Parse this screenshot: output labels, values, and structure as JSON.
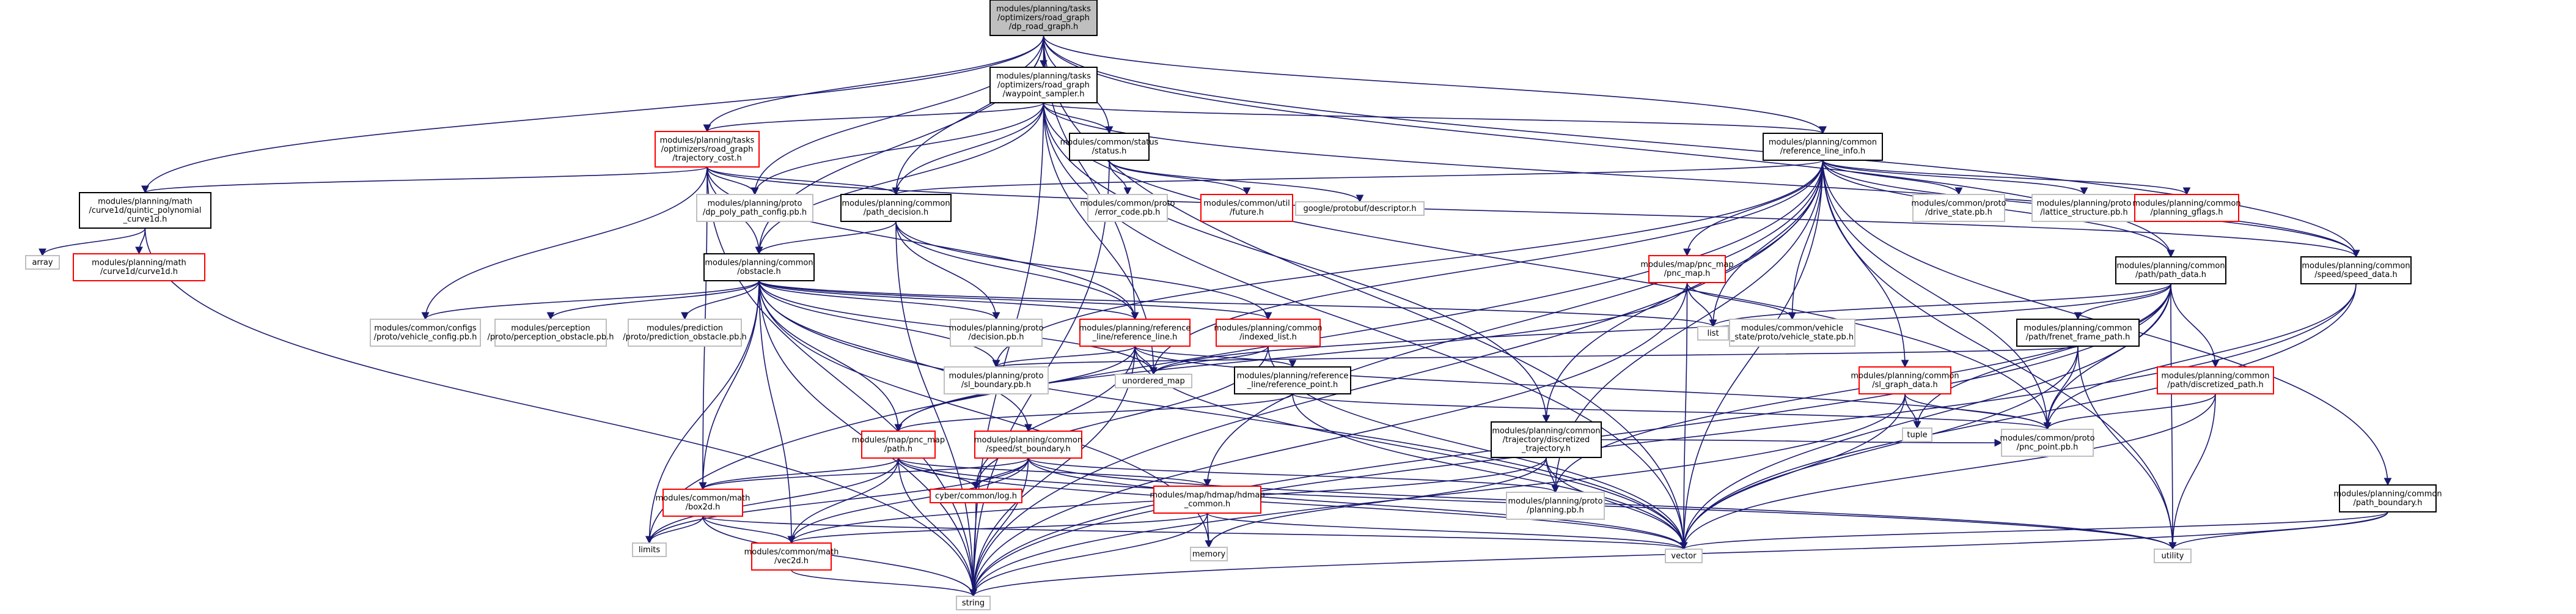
{
  "colors": {
    "edge": "#191970",
    "root_fill": "#bfbfbf",
    "root_border": "#000000",
    "doc_border": "#000000",
    "truncated_border": "#ff0000",
    "external_border": "#bfbfbf",
    "text": "#000000"
  },
  "nodes": [
    {
      "id": "n0",
      "kind": "root",
      "lines": [
        "modules/planning/tasks",
        "/optimizers/road_graph",
        "/dp_road_graph.h"
      ]
    },
    {
      "id": "n1",
      "kind": "doc",
      "lines": [
        "modules/planning/tasks",
        "/optimizers/road_graph",
        "/waypoint_sampler.h"
      ]
    },
    {
      "id": "n2",
      "kind": "truncated",
      "lines": [
        "modules/planning/tasks",
        "/optimizers/road_graph",
        "/trajectory_cost.h"
      ]
    },
    {
      "id": "n3",
      "kind": "doc",
      "lines": [
        "modules/common/status",
        "/status.h"
      ]
    },
    {
      "id": "n4",
      "kind": "doc",
      "lines": [
        "modules/planning/common",
        "/reference_line_info.h"
      ]
    },
    {
      "id": "n5",
      "kind": "doc",
      "lines": [
        "modules/planning/math",
        "/curve1d/quintic_polynomial",
        "_curve1d.h"
      ]
    },
    {
      "id": "n6",
      "kind": "external",
      "lines": [
        "modules/planning/proto",
        "/dp_poly_path_config.pb.h"
      ]
    },
    {
      "id": "n7",
      "kind": "doc",
      "lines": [
        "modules/planning/common",
        "/path_decision.h"
      ]
    },
    {
      "id": "n8",
      "kind": "external",
      "lines": [
        "modules/common/proto",
        "/error_code.pb.h"
      ]
    },
    {
      "id": "n9",
      "kind": "truncated",
      "lines": [
        "modules/common/util",
        "/future.h"
      ]
    },
    {
      "id": "n10",
      "kind": "external",
      "lines": [
        "google/protobuf/descriptor.h"
      ]
    },
    {
      "id": "n11",
      "kind": "external",
      "lines": [
        "modules/common/proto",
        "/drive_state.pb.h"
      ]
    },
    {
      "id": "n12",
      "kind": "external",
      "lines": [
        "modules/planning/proto",
        "/lattice_structure.pb.h"
      ]
    },
    {
      "id": "n13",
      "kind": "truncated",
      "lines": [
        "modules/planning/common",
        "/planning_gflags.h"
      ]
    },
    {
      "id": "n14",
      "kind": "external",
      "lines": [
        "array"
      ]
    },
    {
      "id": "n15",
      "kind": "truncated",
      "lines": [
        "modules/planning/math",
        "/curve1d/curve1d.h"
      ]
    },
    {
      "id": "n16",
      "kind": "doc",
      "lines": [
        "modules/planning/common",
        "/obstacle.h"
      ]
    },
    {
      "id": "n17",
      "kind": "truncated",
      "lines": [
        "modules/map/pnc_map",
        "/pnc_map.h"
      ]
    },
    {
      "id": "n18",
      "kind": "doc",
      "lines": [
        "modules/planning/common",
        "/path/path_data.h"
      ]
    },
    {
      "id": "n19",
      "kind": "doc",
      "lines": [
        "modules/planning/common",
        "/speed/speed_data.h"
      ]
    },
    {
      "id": "n20",
      "kind": "external",
      "lines": [
        "modules/common/configs",
        "/proto/vehicle_config.pb.h"
      ]
    },
    {
      "id": "n21",
      "kind": "external",
      "lines": [
        "modules/perception",
        "/proto/perception_obstacle.pb.h"
      ]
    },
    {
      "id": "n22",
      "kind": "external",
      "lines": [
        "modules/prediction",
        "/proto/prediction_obstacle.pb.h"
      ]
    },
    {
      "id": "n23",
      "kind": "external",
      "lines": [
        "modules/planning/proto",
        "/decision.pb.h"
      ]
    },
    {
      "id": "n24",
      "kind": "truncated",
      "lines": [
        "modules/planning/reference",
        "_line/reference_line.h"
      ]
    },
    {
      "id": "n25",
      "kind": "truncated",
      "lines": [
        "modules/planning/common",
        "/indexed_list.h"
      ]
    },
    {
      "id": "n26",
      "kind": "external",
      "lines": [
        "list"
      ]
    },
    {
      "id": "n27",
      "kind": "external",
      "lines": [
        "modules/common/vehicle",
        "_state/proto/vehicle_state.pb.h"
      ]
    },
    {
      "id": "n28",
      "kind": "doc",
      "lines": [
        "modules/planning/common",
        "/path/frenet_frame_path.h"
      ]
    },
    {
      "id": "n29",
      "kind": "external",
      "lines": [
        "unordered_map"
      ]
    },
    {
      "id": "n30",
      "kind": "external",
      "lines": [
        "modules/planning/proto",
        "/sl_boundary.pb.h"
      ]
    },
    {
      "id": "n31",
      "kind": "doc",
      "lines": [
        "modules/planning/reference",
        "_line/reference_point.h"
      ]
    },
    {
      "id": "n32",
      "kind": "truncated",
      "lines": [
        "modules/planning/common",
        "/path/discretized_path.h"
      ]
    },
    {
      "id": "n33",
      "kind": "truncated",
      "lines": [
        "modules/planning/common",
        "/speed/st_boundary.h"
      ]
    },
    {
      "id": "n34",
      "kind": "truncated",
      "lines": [
        "modules/map/pnc_map",
        "/path.h"
      ]
    },
    {
      "id": "n35",
      "kind": "truncated",
      "lines": [
        "modules/planning/common",
        "/sl_graph_data.h"
      ]
    },
    {
      "id": "n36",
      "kind": "doc",
      "lines": [
        "modules/planning/common",
        "/trajectory/discretized",
        "_trajectory.h"
      ]
    },
    {
      "id": "n37",
      "kind": "external",
      "lines": [
        "tuple"
      ]
    },
    {
      "id": "n38",
      "kind": "external",
      "lines": [
        "modules/common/proto",
        "/pnc_point.pb.h"
      ]
    },
    {
      "id": "n39",
      "kind": "doc",
      "lines": [
        "modules/planning/common",
        "/path_boundary.h"
      ]
    },
    {
      "id": "n40",
      "kind": "truncated",
      "lines": [
        "modules/common/math",
        "/box2d.h"
      ]
    },
    {
      "id": "n41",
      "kind": "truncated",
      "lines": [
        "cyber/common/log.h"
      ]
    },
    {
      "id": "n42",
      "kind": "truncated",
      "lines": [
        "modules/map/hdmap/hdmap",
        "_common.h"
      ]
    },
    {
      "id": "n43",
      "kind": "external",
      "lines": [
        "modules/planning/proto",
        "/planning.pb.h"
      ]
    },
    {
      "id": "n44",
      "kind": "external",
      "lines": [
        "limits"
      ]
    },
    {
      "id": "n45",
      "kind": "truncated",
      "lines": [
        "modules/common/math",
        "/vec2d.h"
      ]
    },
    {
      "id": "n46",
      "kind": "external",
      "lines": [
        "memory"
      ]
    },
    {
      "id": "n47",
      "kind": "external",
      "lines": [
        "vector"
      ]
    },
    {
      "id": "n48",
      "kind": "external",
      "lines": [
        "utility"
      ]
    },
    {
      "id": "n49",
      "kind": "external",
      "lines": [
        "string"
      ]
    }
  ],
  "edges": [
    [
      "n0",
      "n1"
    ],
    [
      "n0",
      "n2"
    ],
    [
      "n0",
      "n3"
    ],
    [
      "n0",
      "n4"
    ],
    [
      "n0",
      "n5"
    ],
    [
      "n0",
      "n6"
    ],
    [
      "n0",
      "n7"
    ],
    [
      "n0",
      "n16"
    ],
    [
      "n0",
      "n18"
    ],
    [
      "n0",
      "n19"
    ],
    [
      "n0",
      "n24"
    ],
    [
      "n0",
      "n47"
    ],
    [
      "n1",
      "n2"
    ],
    [
      "n1",
      "n3"
    ],
    [
      "n1",
      "n4"
    ],
    [
      "n1",
      "n6"
    ],
    [
      "n1",
      "n7"
    ],
    [
      "n1",
      "n16"
    ],
    [
      "n1",
      "n29"
    ],
    [
      "n1",
      "n36"
    ],
    [
      "n1",
      "n38"
    ],
    [
      "n1",
      "n19"
    ],
    [
      "n1",
      "n47"
    ],
    [
      "n1",
      "n49"
    ],
    [
      "n2",
      "n5"
    ],
    [
      "n2",
      "n6"
    ],
    [
      "n2",
      "n7"
    ],
    [
      "n2",
      "n16"
    ],
    [
      "n2",
      "n19"
    ],
    [
      "n2",
      "n20"
    ],
    [
      "n2",
      "n24"
    ],
    [
      "n2",
      "n40"
    ],
    [
      "n2",
      "n49"
    ],
    [
      "n3",
      "n8"
    ],
    [
      "n3",
      "n9"
    ],
    [
      "n3",
      "n10"
    ],
    [
      "n3",
      "n49"
    ],
    [
      "n4",
      "n7"
    ],
    [
      "n4",
      "n11"
    ],
    [
      "n4",
      "n12"
    ],
    [
      "n4",
      "n13"
    ],
    [
      "n4",
      "n17"
    ],
    [
      "n4",
      "n18"
    ],
    [
      "n4",
      "n19"
    ],
    [
      "n4",
      "n26"
    ],
    [
      "n4",
      "n27"
    ],
    [
      "n4",
      "n29"
    ],
    [
      "n4",
      "n30"
    ],
    [
      "n4",
      "n35"
    ],
    [
      "n4",
      "n36"
    ],
    [
      "n4",
      "n42"
    ],
    [
      "n4",
      "n43"
    ],
    [
      "n4",
      "n47"
    ],
    [
      "n4",
      "n48"
    ],
    [
      "n4",
      "n49"
    ],
    [
      "n4",
      "n44"
    ],
    [
      "n4",
      "n39"
    ],
    [
      "n4",
      "n38"
    ],
    [
      "n5",
      "n14"
    ],
    [
      "n5",
      "n15"
    ],
    [
      "n5",
      "n49"
    ],
    [
      "n7",
      "n16"
    ],
    [
      "n7",
      "n23"
    ],
    [
      "n7",
      "n24"
    ],
    [
      "n7",
      "n25"
    ],
    [
      "n7",
      "n49"
    ],
    [
      "n16",
      "n20"
    ],
    [
      "n16",
      "n21"
    ],
    [
      "n16",
      "n22"
    ],
    [
      "n16",
      "n23"
    ],
    [
      "n16",
      "n24"
    ],
    [
      "n16",
      "n25"
    ],
    [
      "n16",
      "n26"
    ],
    [
      "n16",
      "n29"
    ],
    [
      "n16",
      "n30"
    ],
    [
      "n16",
      "n33"
    ],
    [
      "n16",
      "n34"
    ],
    [
      "n16",
      "n40"
    ],
    [
      "n16",
      "n44"
    ],
    [
      "n16",
      "n45"
    ],
    [
      "n16",
      "n47"
    ],
    [
      "n16",
      "n49"
    ],
    [
      "n16",
      "n46"
    ],
    [
      "n17",
      "n26"
    ],
    [
      "n17",
      "n27"
    ],
    [
      "n17",
      "n34"
    ],
    [
      "n17",
      "n47"
    ],
    [
      "n17",
      "n49"
    ],
    [
      "n18",
      "n28"
    ],
    [
      "n18",
      "n32"
    ],
    [
      "n18",
      "n26"
    ],
    [
      "n18",
      "n29"
    ],
    [
      "n18",
      "n38"
    ],
    [
      "n18",
      "n43"
    ],
    [
      "n18",
      "n47"
    ],
    [
      "n18",
      "n48"
    ],
    [
      "n18",
      "n49"
    ],
    [
      "n18",
      "n37"
    ],
    [
      "n19",
      "n38"
    ],
    [
      "n19",
      "n47"
    ],
    [
      "n19",
      "n49"
    ],
    [
      "n24",
      "n30"
    ],
    [
      "n24",
      "n31"
    ],
    [
      "n24",
      "n34"
    ],
    [
      "n24",
      "n38"
    ],
    [
      "n24",
      "n41"
    ],
    [
      "n24",
      "n47"
    ],
    [
      "n24",
      "n49"
    ],
    [
      "n24",
      "n29"
    ],
    [
      "n25",
      "n29"
    ],
    [
      "n25",
      "n47"
    ],
    [
      "n25",
      "n41"
    ],
    [
      "n28",
      "n30"
    ],
    [
      "n28",
      "n38"
    ],
    [
      "n28",
      "n47"
    ],
    [
      "n28",
      "n48"
    ],
    [
      "n31",
      "n34"
    ],
    [
      "n31",
      "n47"
    ],
    [
      "n31",
      "n38"
    ],
    [
      "n32",
      "n38"
    ],
    [
      "n32",
      "n47"
    ],
    [
      "n32",
      "n48"
    ],
    [
      "n33",
      "n40"
    ],
    [
      "n33",
      "n41"
    ],
    [
      "n33",
      "n44"
    ],
    [
      "n33",
      "n45"
    ],
    [
      "n33",
      "n47"
    ],
    [
      "n33",
      "n48"
    ],
    [
      "n33",
      "n49"
    ],
    [
      "n33",
      "n43"
    ],
    [
      "n34",
      "n40"
    ],
    [
      "n34",
      "n41"
    ],
    [
      "n34",
      "n42"
    ],
    [
      "n34",
      "n45"
    ],
    [
      "n34",
      "n47"
    ],
    [
      "n34",
      "n49"
    ],
    [
      "n34",
      "n48"
    ],
    [
      "n34",
      "n44"
    ],
    [
      "n35",
      "n37"
    ],
    [
      "n35",
      "n38"
    ],
    [
      "n35",
      "n47"
    ],
    [
      "n35",
      "n49"
    ],
    [
      "n36",
      "n43"
    ],
    [
      "n36",
      "n47"
    ],
    [
      "n36",
      "n38"
    ],
    [
      "n36",
      "n45"
    ],
    [
      "n36",
      "n46"
    ],
    [
      "n39",
      "n47"
    ],
    [
      "n39",
      "n48"
    ],
    [
      "n39",
      "n49"
    ],
    [
      "n40",
      "n44"
    ],
    [
      "n40",
      "n45"
    ],
    [
      "n40",
      "n47"
    ],
    [
      "n40",
      "n49"
    ],
    [
      "n41",
      "n49"
    ],
    [
      "n42",
      "n45"
    ],
    [
      "n42",
      "n46"
    ],
    [
      "n42",
      "n49"
    ],
    [
      "n42",
      "n47"
    ],
    [
      "n45",
      "n49"
    ]
  ]
}
